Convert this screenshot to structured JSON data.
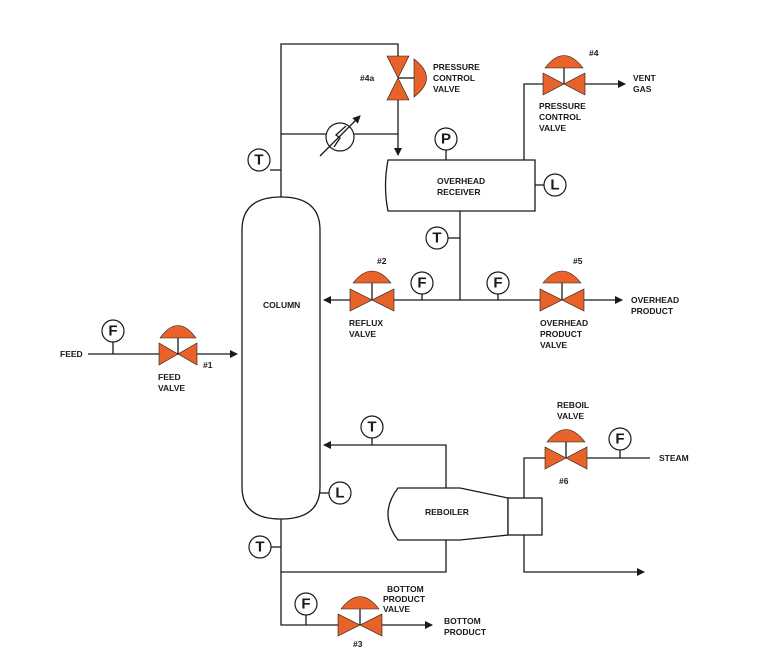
{
  "labels": {
    "feed": "FEED",
    "feed_valve": [
      "FEED",
      "VALVE"
    ],
    "feed_valve_tag": "#1",
    "column": "COLUMN",
    "reflux_valve": [
      "REFLUX",
      "VALVE"
    ],
    "reflux_tag": "#2",
    "bottom_valve": [
      "BOTTOM",
      "PRODUCT",
      "VALVE"
    ],
    "bottom_tag": "#3",
    "bottom_product": [
      "BOTTOM",
      "PRODUCT"
    ],
    "vent_pcv": [
      "PRESSURE",
      "CONTROL",
      "VALVE"
    ],
    "vent_tag": "#4",
    "vent_gas": [
      "VENT",
      "GAS"
    ],
    "bypass_pcv": [
      "PRESSURE",
      "CONTROL",
      "VALVE"
    ],
    "bypass_tag": "#4a",
    "receiver": [
      "OVERHEAD",
      "RECEIVER"
    ],
    "overhead_valve": [
      "OVERHEAD",
      "PRODUCT",
      "VALVE"
    ],
    "overhead_tag": "#5",
    "overhead_product": [
      "OVERHEAD",
      "PRODUCT"
    ],
    "reboil_valve": [
      "REBOIL",
      "VALVE"
    ],
    "reboil_tag": "#6",
    "steam": "STEAM",
    "reboiler": "REBOILER"
  },
  "instruments": {
    "feed_flow": "F",
    "top_temp": "T",
    "receiver_pressure": "P",
    "receiver_level": "L",
    "receiver_temp": "T",
    "reflux_flow": "F",
    "overhead_flow": "F",
    "reboiler_temp": "T",
    "steam_flow": "F",
    "column_level": "L",
    "bottom_temp": "T",
    "bottom_flow": "F"
  },
  "colors": {
    "valve": "#e8622a",
    "line": "#1a1a1a"
  }
}
